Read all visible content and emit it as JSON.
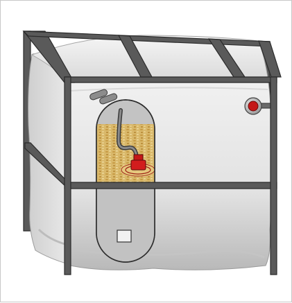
{
  "illustration": {
    "subject": "pellet-storage-tank",
    "icons": [
      "steel-frame",
      "fabric-bag",
      "inspection-window",
      "wood-pellets",
      "suction-probe",
      "suction-hose",
      "inlet-nozzles",
      "return-air-port",
      "access-hatch"
    ]
  },
  "colors": {
    "frame": "#555555",
    "frame_outline": "#2b2b2b",
    "bag": "#e6e6e6",
    "bag_shadow": "#bdbdbd",
    "window_glass": "#c2c2c2",
    "pellets": "#d8b768",
    "probe_red": "#cc1c1c",
    "hose": "#6a6a6a"
  }
}
